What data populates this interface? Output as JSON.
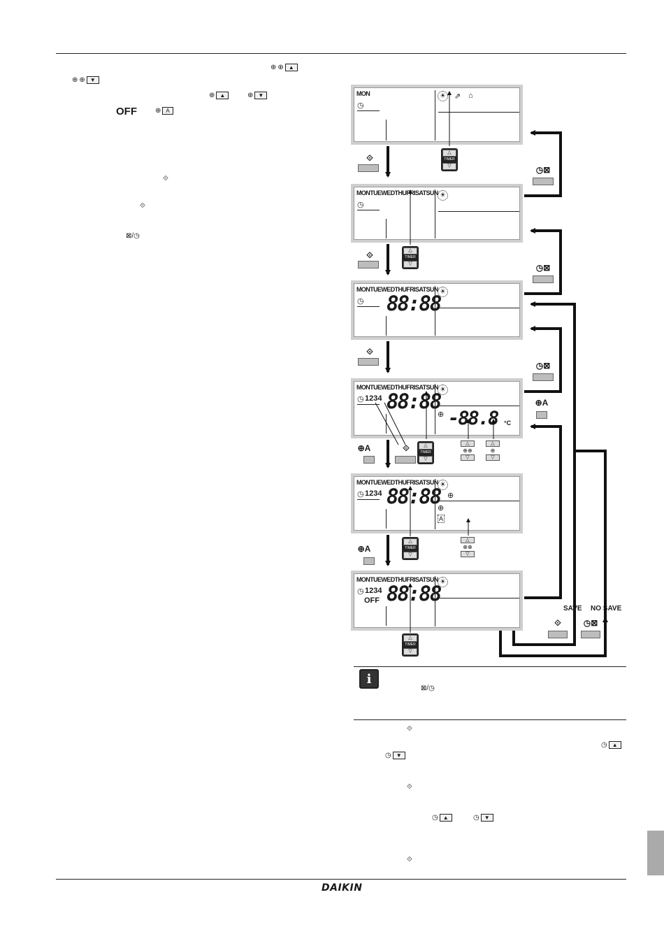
{
  "left_column": {
    "off_label": "OFF"
  },
  "panels": {
    "p1_day": "MON",
    "days_all": "MONTUEWEDTHUFRISATSUN",
    "time_digits": "88:88",
    "program_numbers": "1234",
    "temperature_value": "-88.8",
    "temperature_unit": "°C",
    "off_label": "OFF",
    "timer_label": "TIMER"
  },
  "diagram": {
    "save_label": "SAVE",
    "no_save_label": "NO SAVE"
  },
  "footer": {
    "brand": "DAIKIN"
  },
  "icons": [
    "clock-icon",
    "sun-icon",
    "thermometer-icon",
    "auto-icon",
    "program-enter-icon",
    "clock-cancel-icon",
    "up-arrow-icon",
    "down-arrow-icon",
    "info-icon"
  ]
}
